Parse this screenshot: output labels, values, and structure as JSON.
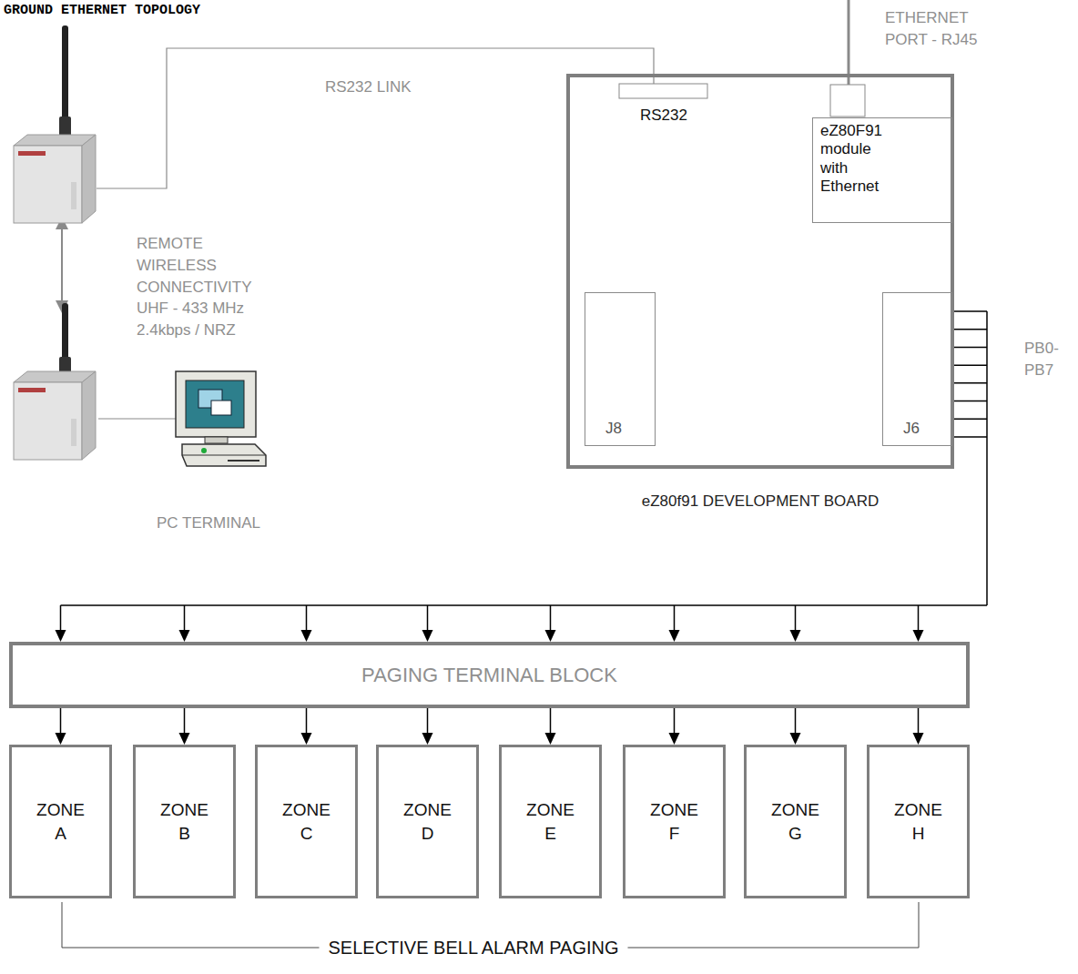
{
  "diagram": {
    "title": "GROUND ETHERNET TOPOLOGY",
    "nodes": [
      {
        "text": [
          "eZ80f91 DEVELOPMENT BOARD"
        ]
      },
      {
        "text": [
          "eZ80F91 module with Ethernet"
        ],
        "in": 0
      },
      {
        "text": [
          "J8"
        ],
        "in": 0
      },
      {
        "text": [
          "J6"
        ],
        "in": 0
      },
      {
        "text": [
          "PAGING TERMINAL BLOCK"
        ]
      },
      {
        "text": [
          "ZONE A"
        ]
      },
      {
        "text": [
          "ZONE B"
        ]
      },
      {
        "text": [
          "ZONE C"
        ]
      },
      {
        "text": [
          "ZONE D"
        ]
      },
      {
        "text": [
          "ZONE E"
        ]
      },
      {
        "text": [
          "ZONE F"
        ]
      },
      {
        "text": [
          "ZONE G"
        ]
      },
      {
        "text": [
          "ZONE H"
        ]
      }
    ],
    "edges": [
      {
        "from": 3,
        "to": 4,
        "arrow": "to"
      },
      {
        "from": 4,
        "to": 5,
        "arrow": "to"
      },
      {
        "from": 4,
        "to": 6,
        "arrow": "to"
      },
      {
        "from": 4,
        "to": 7,
        "arrow": "to"
      },
      {
        "from": 4,
        "to": 8,
        "arrow": "to"
      },
      {
        "from": 4,
        "to": 9,
        "arrow": "to"
      },
      {
        "from": 4,
        "to": 10,
        "arrow": "to"
      },
      {
        "from": 4,
        "to": 11,
        "arrow": "to"
      },
      {
        "from": 4,
        "to": 12,
        "arrow": "to"
      }
    ],
    "labels": [
      "ETHERNET PORT - RJ45",
      "RS232 LINK",
      "RS232",
      "REMOTE WIRELESS CONNECTIVITY UHF - 433 MHz 2.4kbps / NRZ",
      "PC TERMINAL",
      "PB0- PB7",
      "SELECTIVE BELL ALARM PAGING"
    ]
  }
}
